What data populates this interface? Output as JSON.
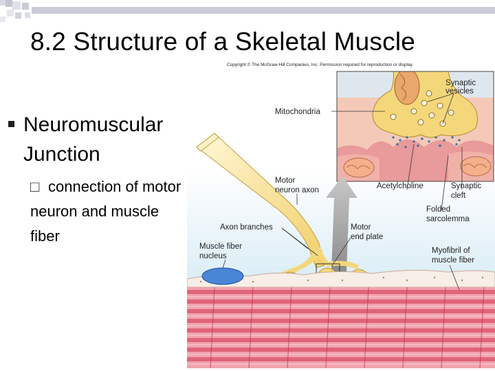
{
  "slide": {
    "title": "8.2 Structure of a Skeletal Muscle",
    "bullet_icon": "square-bullet",
    "bullet_text": "Neuromuscular Junction",
    "sub_bullet_icon": "hollow-square-bullet",
    "sub_bullet_text": "connection of motor neuron and muscle fiber"
  },
  "figure": {
    "copyright": "Copyright © The McGraw-Hill Companies, Inc. Permission required for reproduction or display.",
    "labels": {
      "synaptic_vesicles": [
        "Synaptic",
        "vesicles"
      ],
      "mitochondria": "Mitochondria",
      "motor_neuron_axon": [
        "Motor",
        "neuron axon"
      ],
      "acetylcholine": "Acetylcholine",
      "synaptic_cleft": [
        "Synaptic",
        "cleft"
      ],
      "folded_sarcolemma": [
        "Folded",
        "sarcolemma"
      ],
      "axon_branches": "Axon branches",
      "motor_end_plate": [
        "Motor",
        "end plate"
      ],
      "muscle_fiber_nucleus": [
        "Muscle fiber",
        "nucleus"
      ],
      "myofibril": [
        "Myofibril of",
        "muscle fiber"
      ]
    }
  },
  "colors": {
    "neuron": "#f4d77a",
    "muscle_bands": "#e0647a",
    "sarcolemma": "#f6eee7",
    "inset_bg": "#f4c9b8",
    "deco_squares": "#c7cbd6"
  }
}
